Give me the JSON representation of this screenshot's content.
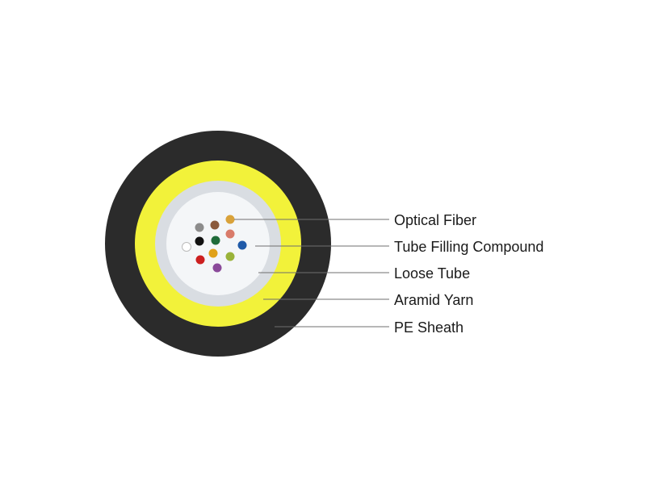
{
  "layers": [
    {
      "id": "pe-sheath",
      "label": "PE Sheath",
      "color": "#2b2b2b"
    },
    {
      "id": "aramid-yarn",
      "label": "Aramid Yarn",
      "color": "#f2f23a"
    },
    {
      "id": "loose-tube",
      "label": "Loose Tube",
      "color": "#d9dde2"
    },
    {
      "id": "tube-filling-compound",
      "label": "Tube Filling Compound",
      "color": "#f4f6f8"
    }
  ],
  "fiber_label": "Optical Fiber",
  "fiber_colors": [
    {
      "name": "grey",
      "color": "#8c8c8c"
    },
    {
      "name": "brown",
      "color": "#8b5a3c"
    },
    {
      "name": "orange",
      "color": "#d9a23a"
    },
    {
      "name": "white",
      "color": "#ffffff"
    },
    {
      "name": "black",
      "color": "#111111"
    },
    {
      "name": "green",
      "color": "#1f6b3a"
    },
    {
      "name": "rose",
      "color": "#d97b6a"
    },
    {
      "name": "blue",
      "color": "#1f5aa8"
    },
    {
      "name": "red",
      "color": "#cc1f1f"
    },
    {
      "name": "yellow",
      "color": "#e0a21a"
    },
    {
      "name": "lime",
      "color": "#9ab33a"
    },
    {
      "name": "violet",
      "color": "#8a4a9a"
    }
  ]
}
